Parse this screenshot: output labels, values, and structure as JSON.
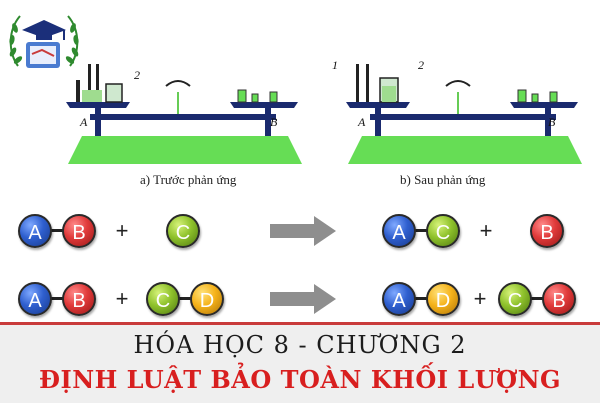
{
  "panels": {
    "before_caption": "a) Trước phản ứng",
    "after_caption": "b) Sau phản ứng",
    "label_a": "A",
    "label_b": "B",
    "label_1": "1",
    "label_2": "2"
  },
  "equation1": {
    "left": [
      "A",
      "B",
      "C"
    ],
    "right": [
      "A",
      "C",
      "B"
    ],
    "plus": "+"
  },
  "equation2": {
    "left": [
      "A",
      "B",
      "C",
      "D"
    ],
    "right": [
      "A",
      "D",
      "C",
      "B"
    ],
    "plus": "+"
  },
  "footer": {
    "title_line1": "HÓA HỌC 8 - CHƯƠNG 2",
    "title_line2": "ĐỊNH LUẬT BẢO TOÀN KHỐI LƯỢNG"
  },
  "colors": {
    "atom_a": "#2f5fcf",
    "atom_b": "#e03a3a",
    "atom_c": "#8fc22c",
    "atom_d": "#f5b21a",
    "arrow": "#8e8e8e",
    "title_red": "#d81f1f",
    "balance_base": "#66dd55",
    "balance_beam": "#1a2a6e"
  },
  "icons": [
    "graduation-cap-laurel-logo",
    "right-arrow-icon"
  ]
}
